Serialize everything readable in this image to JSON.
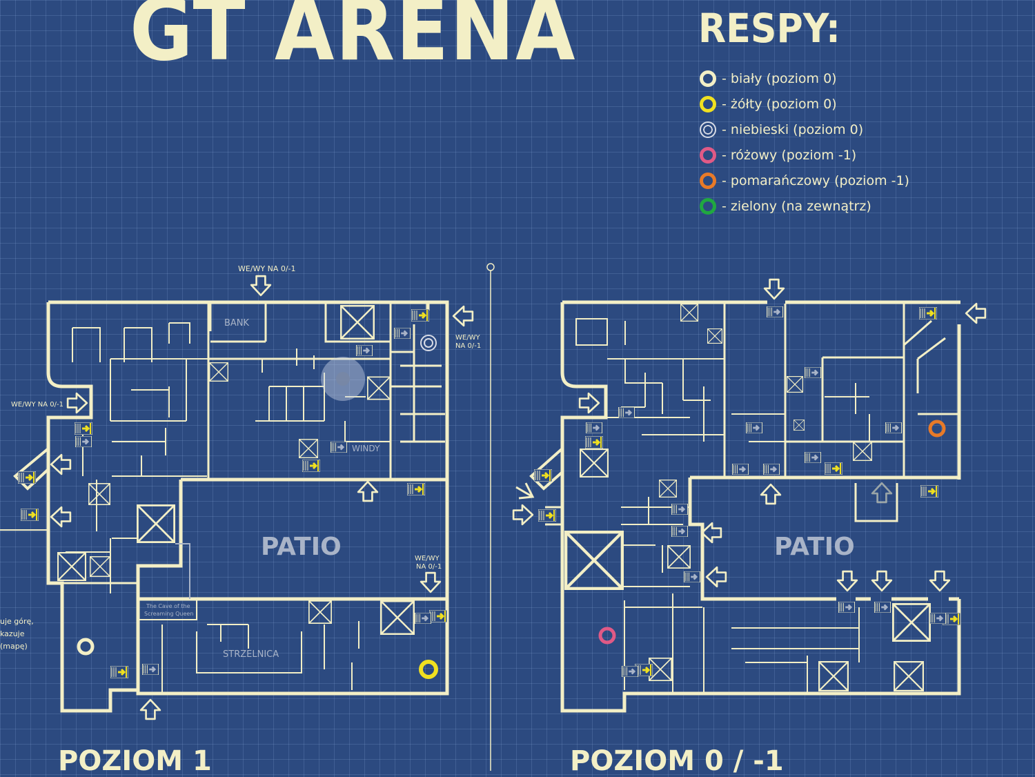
{
  "title": "GT ARENA",
  "legend": {
    "title": "RESPY:",
    "items": [
      {
        "label": "- biały (poziom 0)",
        "color": "#f3efc6",
        "kind": "white"
      },
      {
        "label": "- żółty (poziom 0)",
        "color": "#f0e020",
        "kind": "yellow"
      },
      {
        "label": "- niebieski (poziom 0)",
        "color": "#d8dce6",
        "kind": "blue"
      },
      {
        "label": "- różowy (poziom -1)",
        "color": "#e05a86",
        "kind": "pink"
      },
      {
        "label": "- pomarańczowy (poziom -1)",
        "color": "#e87a28",
        "kind": "orange"
      },
      {
        "label": "- zielony (na zewnątrz)",
        "color": "#20a840",
        "kind": "green"
      }
    ]
  },
  "map_left": {
    "level_label": "POZIOM 1",
    "entrance_label_1": "WE/WY NA 0/-1",
    "entrance_label_2a": "WE/WY",
    "entrance_label_2b": "NA 0/-1",
    "entrance_label_3": "WE/WY NA 0/-1",
    "entrance_label_4a": "WE/WY",
    "entrance_label_4b": "NA 0/-1",
    "room_bank": "BANK",
    "room_windy": "WINDY",
    "room_patio": "PATIO",
    "room_cave_1": "The Cave of the",
    "room_cave_2": "Screaming Queen",
    "room_strzelnica": "STRZELNICA"
  },
  "map_right": {
    "level_label": "POZIOM 0 / -1",
    "room_patio": "PATIO"
  },
  "side_note": [
    "uje górę,",
    "kazuje",
    "(mapę)"
  ],
  "colors": {
    "background": "#2c4a80",
    "wall": "#f3efc6",
    "stairs_yellow": "#f0e020",
    "text_gray": "#a9b4c8"
  }
}
